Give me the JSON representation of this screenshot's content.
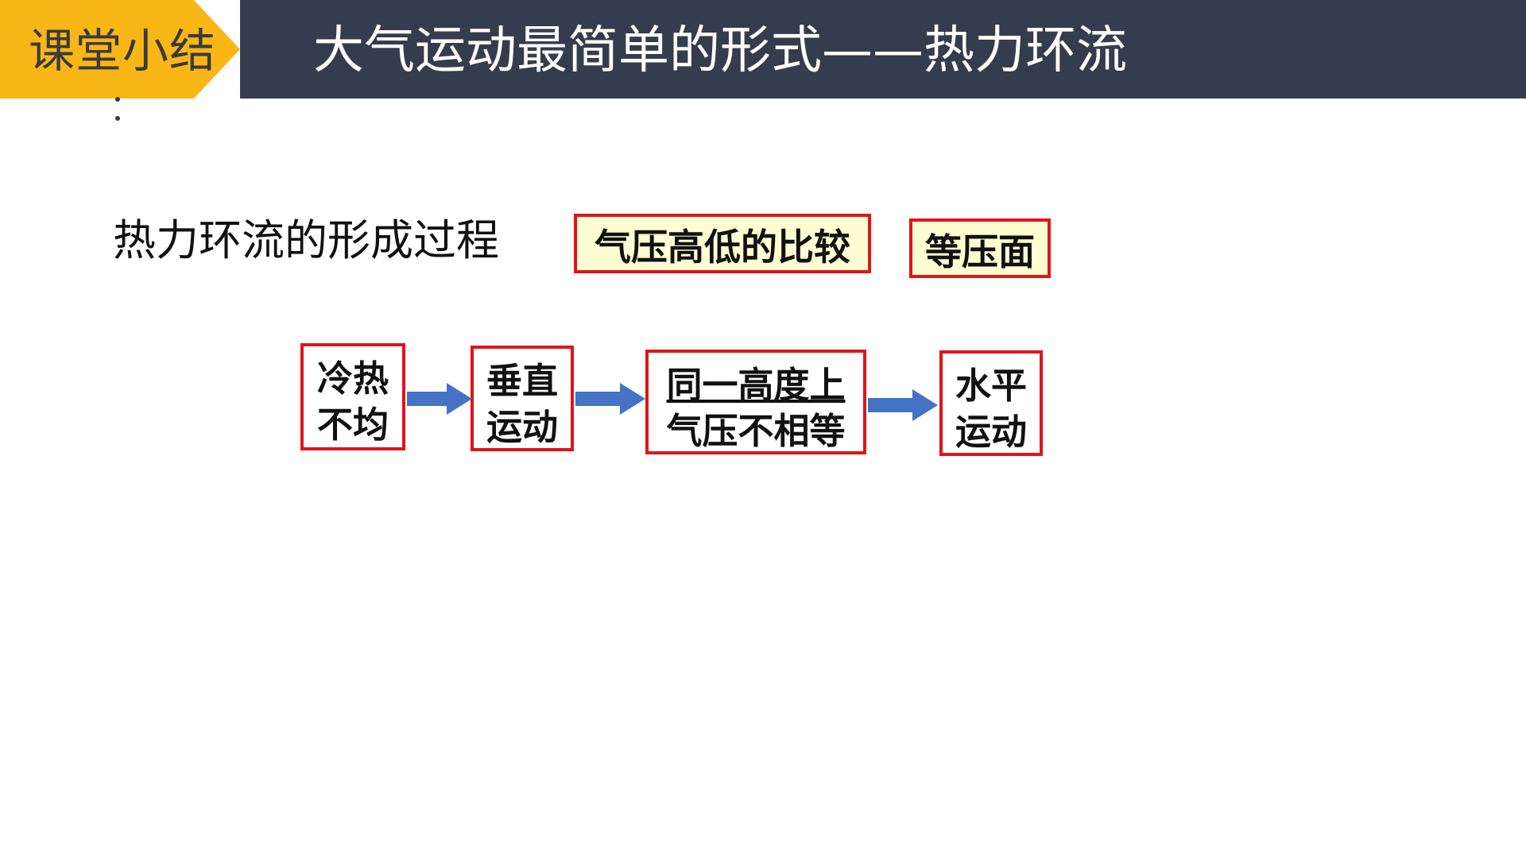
{
  "header": {
    "tag_label": "课堂小结",
    "title": "大气运动最简单的形式——热力环流"
  },
  "subtitle": "热力环流的形成过程",
  "chips": [
    {
      "label": "气压高低的比较"
    },
    {
      "label": "等压面"
    }
  ],
  "flow": [
    {
      "lines": [
        "冷热",
        "不均"
      ]
    },
    {
      "lines": [
        "垂直",
        "运动"
      ]
    },
    {
      "lines": [
        "同一高度上",
        "气压不相等"
      ]
    },
    {
      "lines": [
        "水平",
        "运动"
      ]
    }
  ],
  "colors": {
    "tag": "#f8b617",
    "title_bar": "#343d4d",
    "box_border": "#e0141b",
    "chip_fill": "#fffdd2",
    "arrow": "#4472c4"
  }
}
